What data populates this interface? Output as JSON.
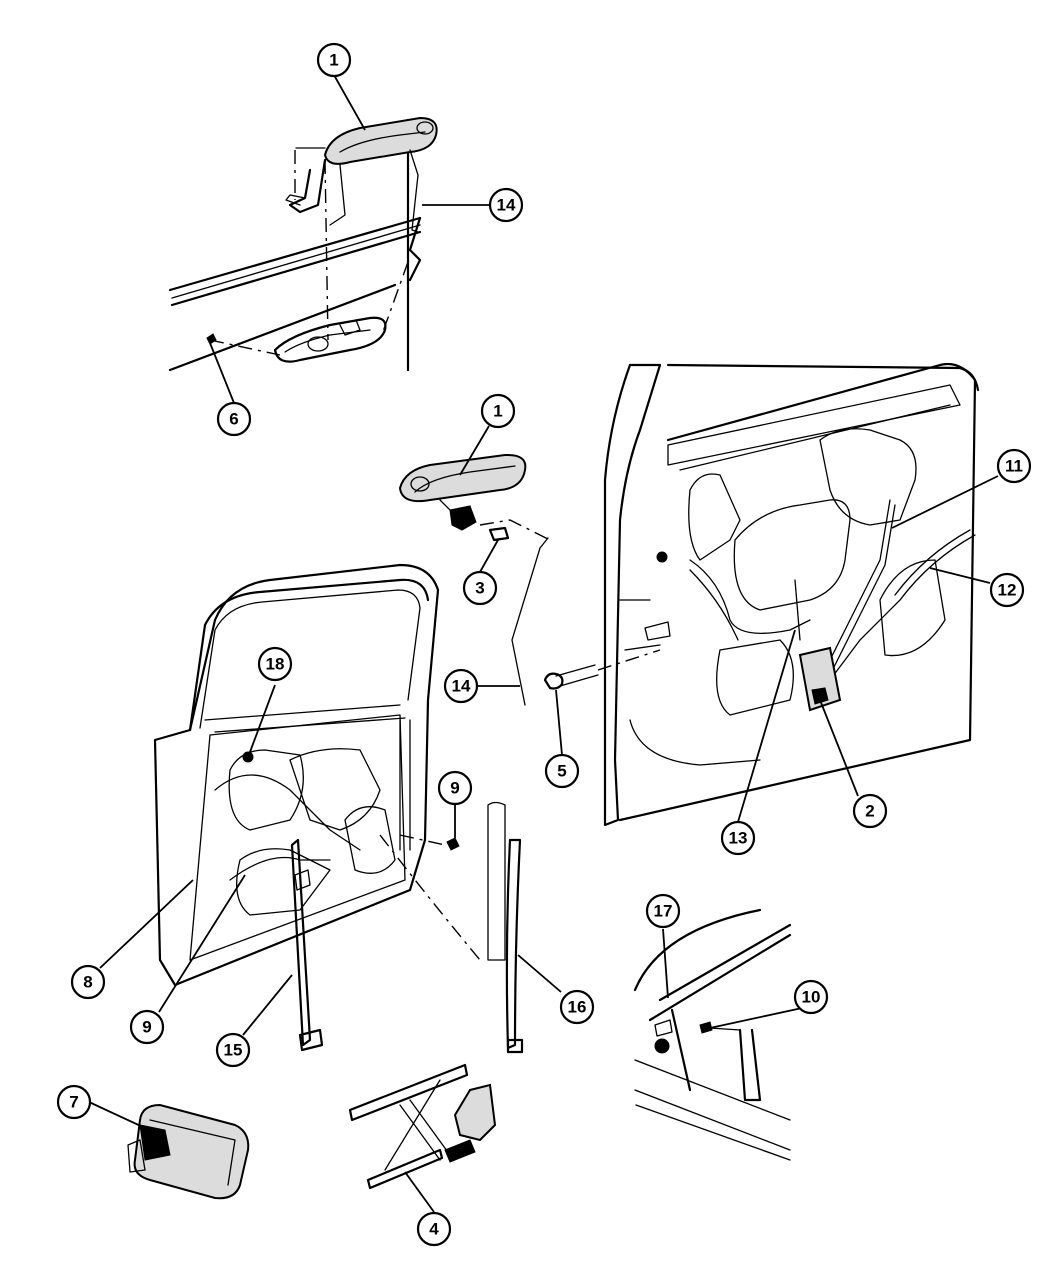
{
  "diagram": {
    "callouts": [
      {
        "label": "1"
      },
      {
        "label": "14"
      },
      {
        "label": "6"
      },
      {
        "label": "1"
      },
      {
        "label": "3"
      },
      {
        "label": "14"
      },
      {
        "label": "5"
      },
      {
        "label": "11"
      },
      {
        "label": "12"
      },
      {
        "label": "2"
      },
      {
        "label": "13"
      },
      {
        "label": "18"
      },
      {
        "label": "9"
      },
      {
        "label": "8"
      },
      {
        "label": "9"
      },
      {
        "label": "15"
      },
      {
        "label": "16"
      },
      {
        "label": "17"
      },
      {
        "label": "10"
      },
      {
        "label": "7"
      },
      {
        "label": "4"
      }
    ]
  }
}
